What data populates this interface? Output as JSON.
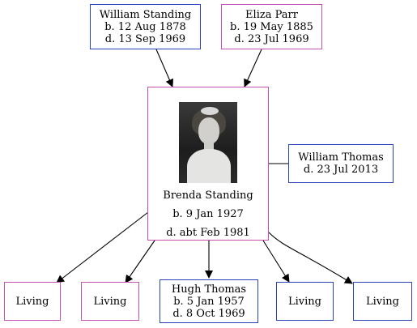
{
  "colors": {
    "male_border": "#2a43b8",
    "female_border": "#c54fb1",
    "edge": "#000000"
  },
  "parents": {
    "father": {
      "name": "William Standing",
      "born": "b. 12 Aug 1878",
      "died": "d. 13 Sep 1969"
    },
    "mother": {
      "name": "Eliza Parr",
      "born": "b. 19 May 1885",
      "died": "d. 23 Jul 1969"
    }
  },
  "focus": {
    "photo": "portrait-photo",
    "name": "Brenda Standing",
    "born": "b. 9 Jan 1927",
    "died": "d. abt Feb 1981"
  },
  "spouse": {
    "name": "William Thomas",
    "died": "d. 23 Jul 2013"
  },
  "children": [
    {
      "label": "Living"
    },
    {
      "label": "Living"
    },
    {
      "name": "Hugh Thomas",
      "born": "b. 5 Jan 1957",
      "died": "d. 8 Oct 1969"
    },
    {
      "label": "Living"
    },
    {
      "label": "Living"
    }
  ]
}
